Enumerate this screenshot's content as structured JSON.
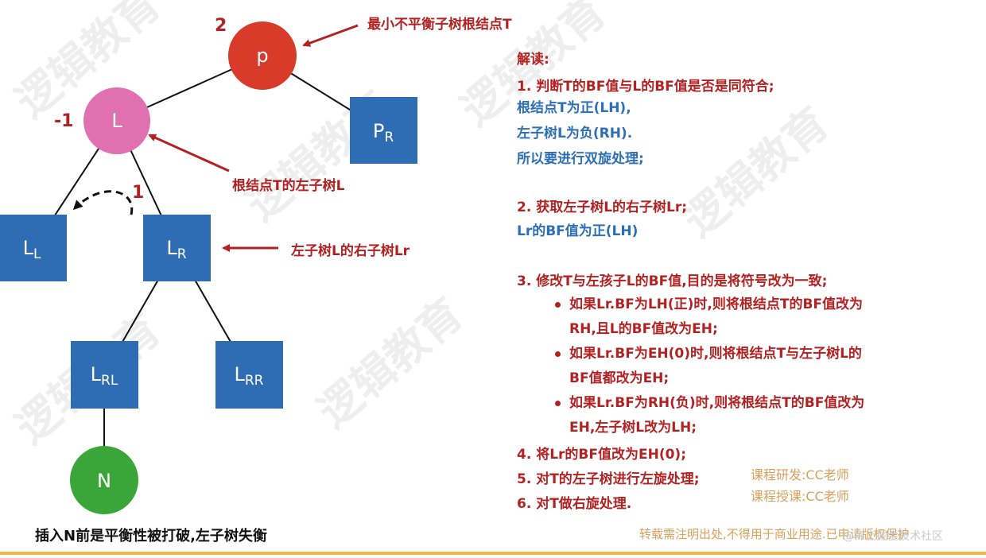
{
  "nodes": {
    "p": "p",
    "L": "L",
    "PR": {
      "main": "P",
      "sub": "R"
    },
    "LL": {
      "main": "L",
      "sub": "L"
    },
    "LR": {
      "main": "L",
      "sub": "R"
    },
    "LRL": {
      "main": "L",
      "sub": "RL"
    },
    "LRR": {
      "main": "L",
      "sub": "RR"
    },
    "N": "N"
  },
  "bf": {
    "p": "2",
    "L": "-1",
    "rotate": "1"
  },
  "annotations": {
    "root": "最小不平衡子树根结点T",
    "left_child": "根结点T的左子树L",
    "left_right_child": "左子树L的右子树Lr",
    "caption": "插入N前是平衡性被打破,左子树失衡"
  },
  "explanation": {
    "title": "解读:",
    "s1": "1. 判断T的BF值与L的BF值是否是同符合;",
    "s1_a": "根结点T为正(LH),",
    "s1_b": "左子树L为负(RH).",
    "s1_c": "所以要进行双旋处理;",
    "s2": "2. 获取左子树L的右子树Lr;",
    "s2_a": "Lr的BF值为正(LH)",
    "s3": "3. 修改T与左孩子L的BF值,目的是将符号改为一致;",
    "b1_l1": " 如果Lr.BF为LH(正)时,则将根结点T的BF值改为",
    "b1_l2": "RH,且L的BF值改为EH;",
    "b2_l1": "如果Lr.BF为EH(0)时,则将根结点T与左子树L的",
    "b2_l2": "BF值都改为EH;",
    "b3_l1": "如果Lr.BF为RH(负)时,则将根结点T的BF值改为",
    "b3_l2": "EH,左子树L改为LH;",
    "s4": "4. 将Lr的BF值改为EH(0);",
    "s5": "5. 对T的左子树进行左旋处理;",
    "s6": "6. 对T做右旋处理."
  },
  "credits": {
    "dev": "课程研发:CC老师",
    "teach": "课程授课:CC老师",
    "notice": "转载需注明出处,不得用于商业用途.已申请版权保护"
  },
  "watermark": {
    "left": "逻辑教育",
    "right": "@稀土掘金技术社区"
  },
  "colors": {
    "root_node": "#d93b2b",
    "l_node": "#e070b0",
    "square_node": "#2e6db4",
    "n_node": "#3aa63a",
    "accent_red": "#b22222",
    "accent_blue": "#2c6fb7"
  }
}
